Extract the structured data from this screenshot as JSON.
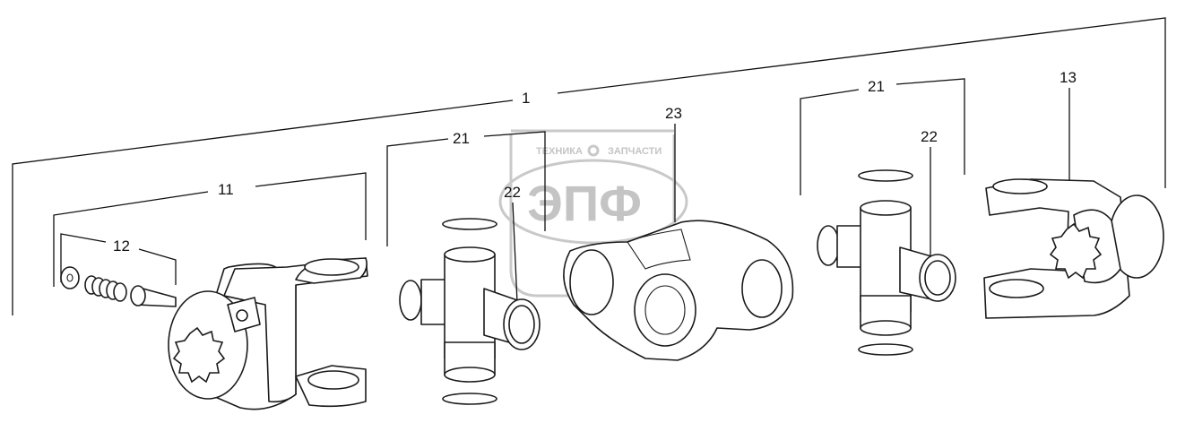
{
  "callouts": {
    "c1": "1",
    "c11": "11",
    "c12": "12",
    "c13": "13",
    "c21a": "21",
    "c21b": "21",
    "c22a": "22",
    "c22b": "22",
    "c23": "23"
  },
  "watermark": {
    "top_text_left": "ТЕХНИКА",
    "top_text_right": "ЗАПЧАСТИ",
    "logo": "ЭПФ",
    "color": "#c4c4c4"
  },
  "colors": {
    "stroke": "#111111",
    "background": "#ffffff"
  }
}
